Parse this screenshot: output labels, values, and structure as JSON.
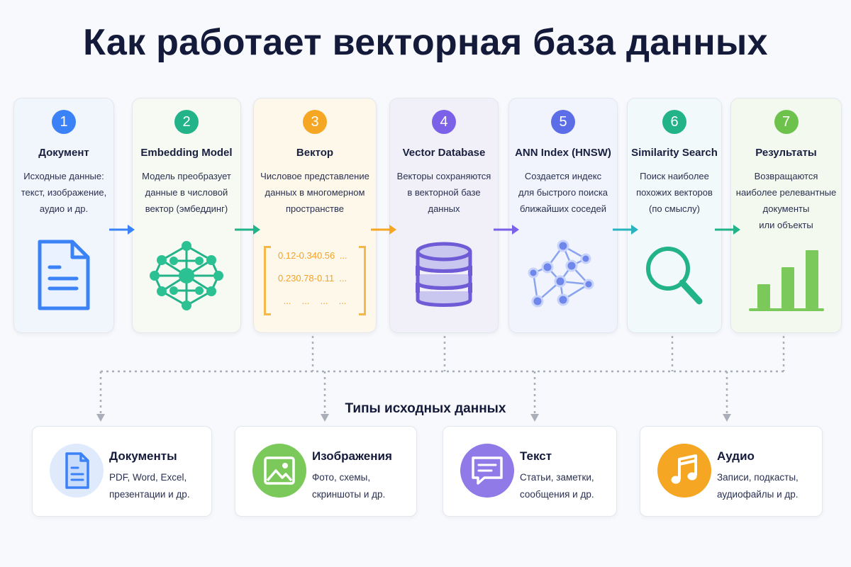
{
  "title": "Как работает векторная база данных",
  "steps": [
    {
      "num": "1",
      "title": "Документ",
      "desc": [
        "Исходные данные:",
        "текст, изображение,",
        "аудио и др."
      ],
      "icon": "document-icon"
    },
    {
      "num": "2",
      "title": "Embedding Model",
      "desc": [
        "Модель преобразует",
        "данные в числовой",
        "вектор (эмбеддинг)"
      ],
      "icon": "neural-network-icon"
    },
    {
      "num": "3",
      "title": "Вектор",
      "desc": [
        "Числовое представление",
        "данных в многомерном",
        "пространстве"
      ],
      "icon": "vector-matrix"
    },
    {
      "num": "4",
      "title": "Vector Database",
      "desc": [
        "Векторы сохраняются",
        "в векторной базе",
        "данных"
      ],
      "icon": "database-icon"
    },
    {
      "num": "5",
      "title": "ANN Index (HNSW)",
      "desc": [
        "Создается индекс",
        "для быстрого поиска",
        "ближайших соседей"
      ],
      "icon": "graph-index-icon"
    },
    {
      "num": "6",
      "title": "Similarity Search",
      "desc": [
        "Поиск наиболее",
        "похожих векторов",
        "(по смыслу)"
      ],
      "icon": "magnifier-icon"
    },
    {
      "num": "7",
      "title": "Результаты",
      "desc": [
        "Возвращаются",
        "наиболее релевантные",
        "документы",
        "или объекты"
      ],
      "icon": "bar-chart-icon"
    }
  ],
  "vector_matrix": {
    "rows": [
      [
        "0.12",
        "-0.34",
        "0.56",
        "..."
      ],
      [
        "0.23",
        "0.78",
        "-0.11",
        "..."
      ],
      [
        "...",
        "...",
        "...",
        "..."
      ]
    ]
  },
  "colors": {
    "blue": "#3b82f6",
    "teal": "#22b389",
    "orange": "#f5a623",
    "purple": "#7b61e8",
    "indigo": "#5b6ee8",
    "cyan": "#2bb3c0",
    "green": "#6cc24a"
  },
  "data_types_title": "Типы исходных данных",
  "data_types": [
    {
      "title": "Документы",
      "desc": [
        "PDF, Word, Excel,",
        "презентации и др."
      ],
      "icon": "document-icon"
    },
    {
      "title": "Изображения",
      "desc": [
        "Фото, схемы,",
        "скриншоты и др."
      ],
      "icon": "image-icon"
    },
    {
      "title": "Текст",
      "desc": [
        "Статьи, заметки,",
        "сообщения и др."
      ],
      "icon": "chat-icon"
    },
    {
      "title": "Аудио",
      "desc": [
        "Записи, подкасты,",
        "аудиофайлы и др."
      ],
      "icon": "music-note-icon"
    }
  ]
}
